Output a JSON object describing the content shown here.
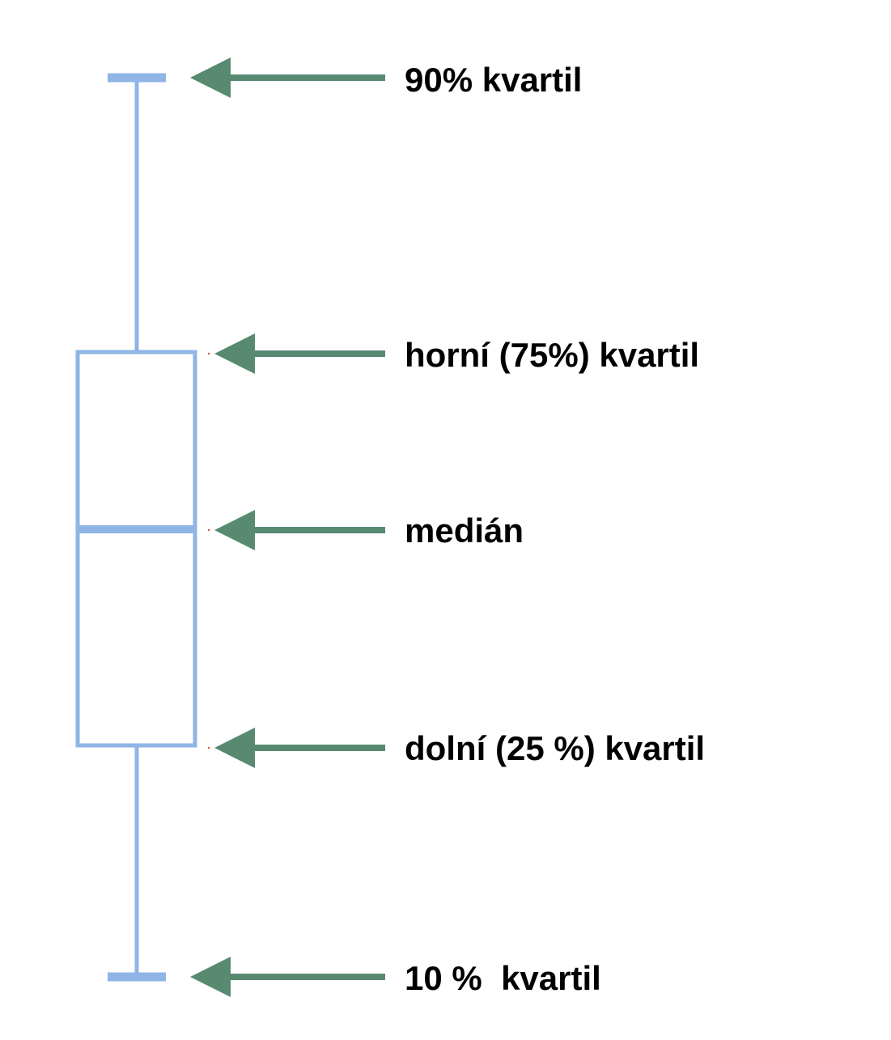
{
  "colors": {
    "box": "#8fb4e6",
    "arrow": "#588a71",
    "text": "#000000",
    "marker": "#e05030"
  },
  "labels": {
    "p90": "90% kvartil",
    "q3": "horní (75%) kvartil",
    "median": "medián",
    "q1": "dolní (25 %) kvartil",
    "p10": "10 %  kvartil"
  }
}
